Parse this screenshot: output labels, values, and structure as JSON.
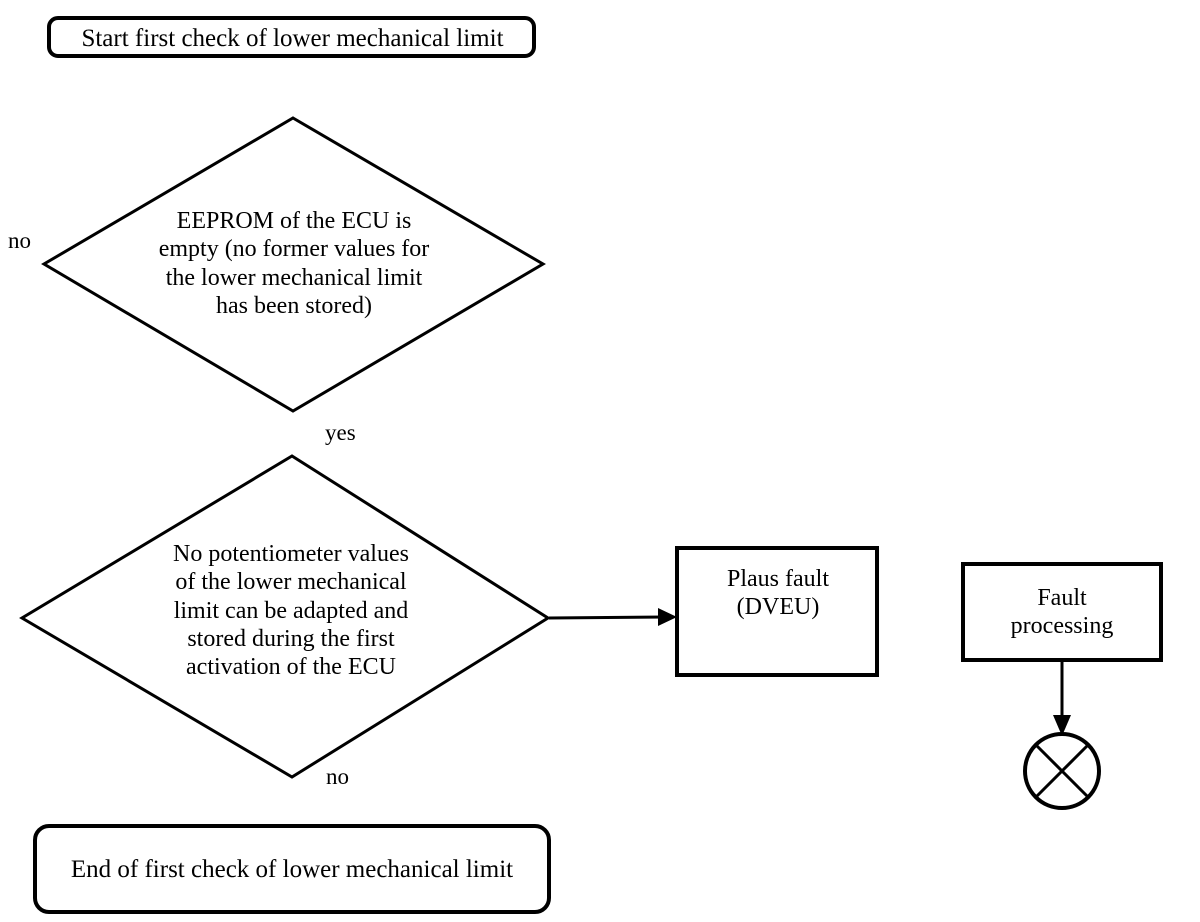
{
  "diagram": {
    "title": "First check of lower mechanical limit",
    "background_color": "#ffffff",
    "line_color": "#000000",
    "nodes": {
      "start_terminator": {
        "label": "Start first check of lower mechanical limit",
        "shape": "rounded-rectangle"
      },
      "eeprom_decision": {
        "label": "EEPROM of the ECU is\nempty (no former values for\nthe lower mechanical limit\nhas been stored)",
        "shape": "diamond"
      },
      "potentiometer_decision": {
        "label": "No potentiometer values\nof the lower mechanical\nlimit can be adapted and\nstored during the first\nactivation of the ECU",
        "shape": "diamond"
      },
      "plaus_fault": {
        "label": "Plaus fault\n(DVEU)",
        "shape": "rectangle"
      },
      "fault_processing": {
        "label": "Fault\nprocessing",
        "shape": "rectangle"
      },
      "end_terminator": {
        "label": "End of first check of lower mechanical limit",
        "shape": "rounded-rectangle"
      },
      "crossed_circle_end": {
        "label": "",
        "shape": "circle-with-x"
      }
    },
    "edge_labels": {
      "eeprom_no": "no",
      "eeprom_yes": "yes",
      "potentiometer_no": "no"
    }
  }
}
